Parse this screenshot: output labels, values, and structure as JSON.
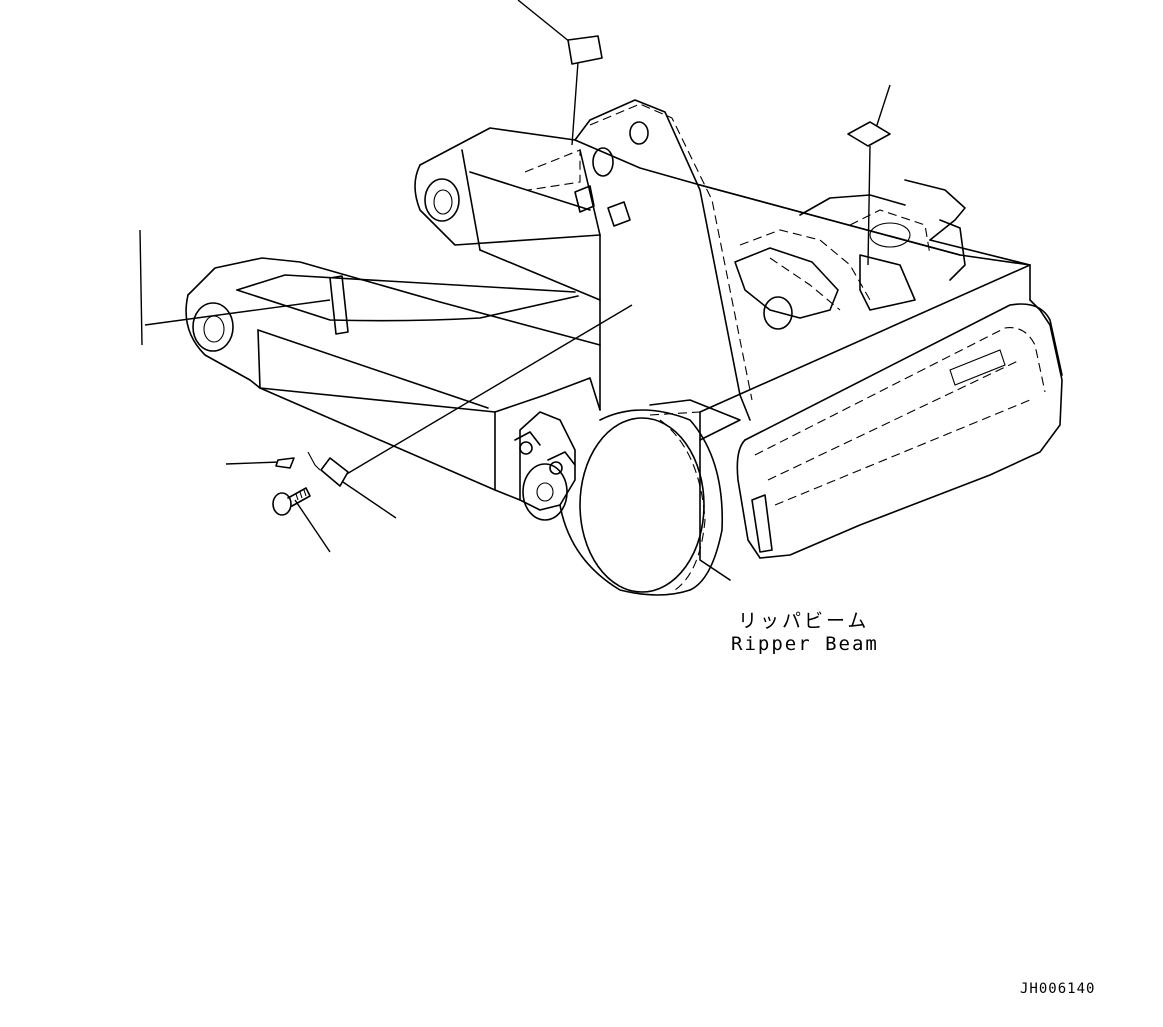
{
  "diagram": {
    "part_label_jp": "リッパビーム",
    "part_label_en": "Ripper Beam",
    "drawing_id": "JH006140"
  }
}
